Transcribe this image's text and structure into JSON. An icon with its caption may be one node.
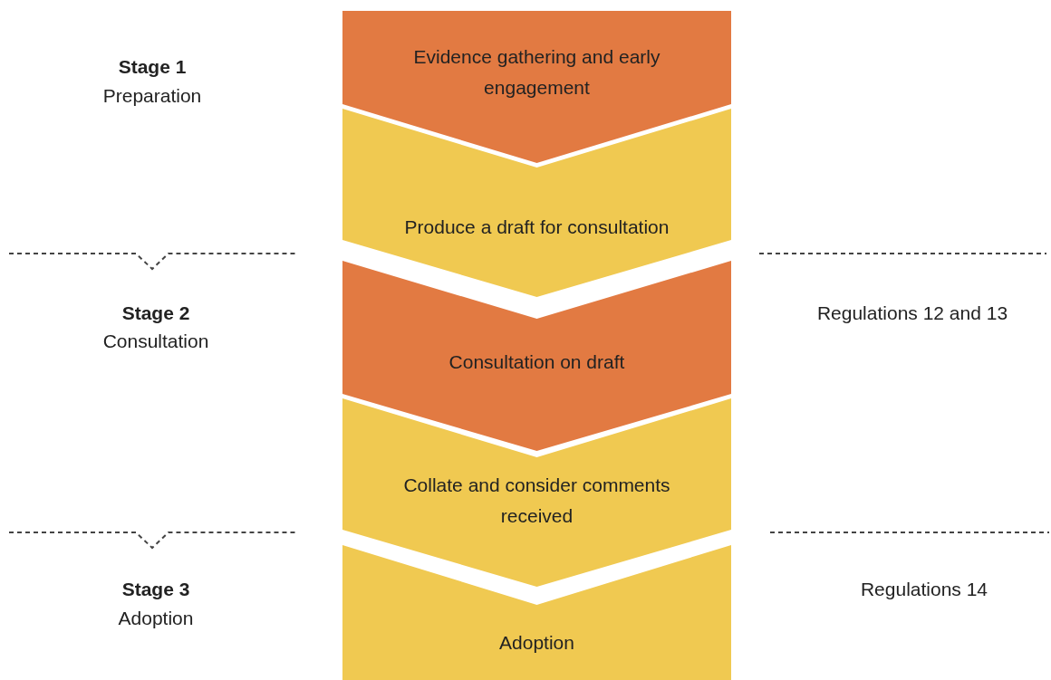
{
  "diagram": {
    "nodes": [
      {
        "text": [
          "Evidence gathering and early engagement"
        ]
      },
      {
        "text": [
          "Produce a draft for consultation"
        ]
      },
      {
        "text": [
          "Consultation on draft"
        ]
      },
      {
        "text": [
          "Collate and consider comments received"
        ]
      },
      {
        "text": [
          "Adoption"
        ]
      }
    ],
    "labels": [
      "Stage 1",
      "Preparation",
      "Stage 2",
      "Consultation",
      "Regulations 12 and 13",
      "Stage 3",
      "Adoption",
      "Regulations 14"
    ]
  }
}
